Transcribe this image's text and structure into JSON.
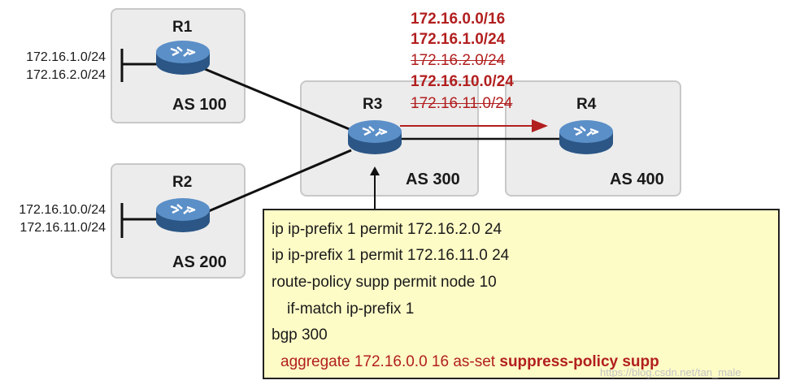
{
  "autonomous_systems": [
    {
      "id": "as100",
      "label": "AS 100"
    },
    {
      "id": "as200",
      "label": "AS 200"
    },
    {
      "id": "as300",
      "label": "AS 300"
    },
    {
      "id": "as400",
      "label": "AS 400"
    }
  ],
  "routers": [
    {
      "id": "r1",
      "name": "R1"
    },
    {
      "id": "r2",
      "name": "R2"
    },
    {
      "id": "r3",
      "name": "R3"
    },
    {
      "id": "r4",
      "name": "R4"
    }
  ],
  "r1_prefixes": [
    "172.16.1.0/24",
    "172.16.2.0/24"
  ],
  "r2_prefixes": [
    "172.16.10.0/24",
    "172.16.11.0/24"
  ],
  "advertised_routes": [
    {
      "text": "172.16.0.0/16",
      "suppressed": false
    },
    {
      "text": "172.16.1.0/24",
      "suppressed": false
    },
    {
      "text": "172.16.2.0/24",
      "suppressed": true
    },
    {
      "text": "172.16.10.0/24",
      "suppressed": false
    },
    {
      "text": "172.16.11.0/24",
      "suppressed": true
    }
  ],
  "config": {
    "line1": "ip ip-prefix 1 permit 172.16.2.0 24",
    "line2": "ip ip-prefix 1 permit 172.16.11.0 24",
    "line3": "route-policy supp permit node 10",
    "line4": "if-match ip-prefix 1",
    "line5": "bgp 300",
    "line6_prefix": "aggregate 172.16.0.0 16 as-set ",
    "line6_bold": "suppress-policy supp"
  },
  "watermark": "https://blog.csdn.net/tan_male",
  "colors": {
    "route_red": "#b21f1f",
    "router_blue": "#3f6fa8",
    "config_bg": "#fdfbc6",
    "as_box_bg": "#ececec"
  },
  "icons": [
    "router-icon"
  ]
}
